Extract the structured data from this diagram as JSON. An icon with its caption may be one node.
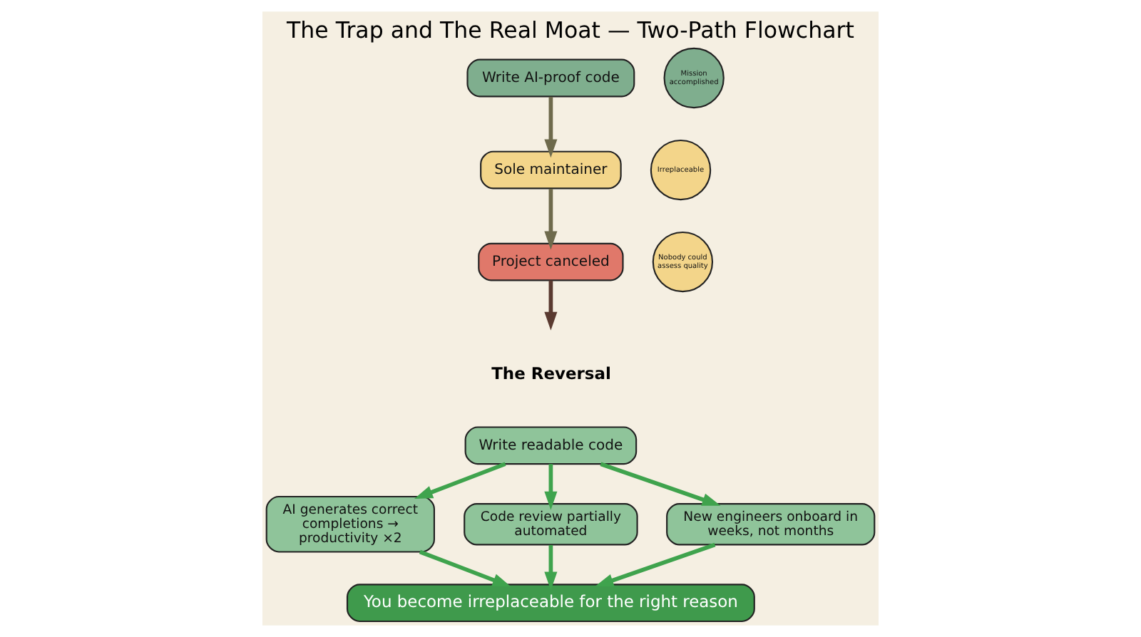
{
  "diagram": {
    "title": "The Trap and The Real Moat — Two-Path Flowchart",
    "nodes": [
      {
        "text": [
          "Write AI-proof code"
        ]
      },
      {
        "text": [
          "Mission accomplished"
        ]
      },
      {
        "text": [
          "Sole maintainer"
        ]
      },
      {
        "text": [
          "Irreplaceable"
        ]
      },
      {
        "text": [
          "Project canceled"
        ]
      },
      {
        "text": [
          "Nobody could assess quality"
        ]
      },
      {
        "text": [
          "Write readable code"
        ]
      },
      {
        "text": [
          "AI generates correct completions → productivity ×2"
        ]
      },
      {
        "text": [
          "Code review partially automated"
        ]
      },
      {
        "text": [
          "New engineers onboard in weeks, not months"
        ]
      },
      {
        "text": [
          "You become irreplaceable for the right reason"
        ]
      }
    ],
    "edges": [
      {
        "from": 0,
        "to": 2,
        "arrow": "to",
        "color": "#6e6a4c"
      },
      {
        "from": 2,
        "to": 4,
        "arrow": "to",
        "color": "#6e6a4c"
      },
      {
        "from": 4,
        "to": null,
        "arrow": "to",
        "color": "#5a3a30"
      },
      {
        "from": 6,
        "to": 7,
        "arrow": "to"
      },
      {
        "from": 6,
        "to": 8,
        "arrow": "to"
      },
      {
        "from": 6,
        "to": 9,
        "arrow": "to"
      },
      {
        "from": 7,
        "to": 10,
        "arrow": "to"
      },
      {
        "from": 8,
        "to": 10,
        "arrow": "to"
      },
      {
        "from": 9,
        "to": 10,
        "arrow": "to"
      }
    ],
    "labels": [
      "The Reversal"
    ]
  }
}
